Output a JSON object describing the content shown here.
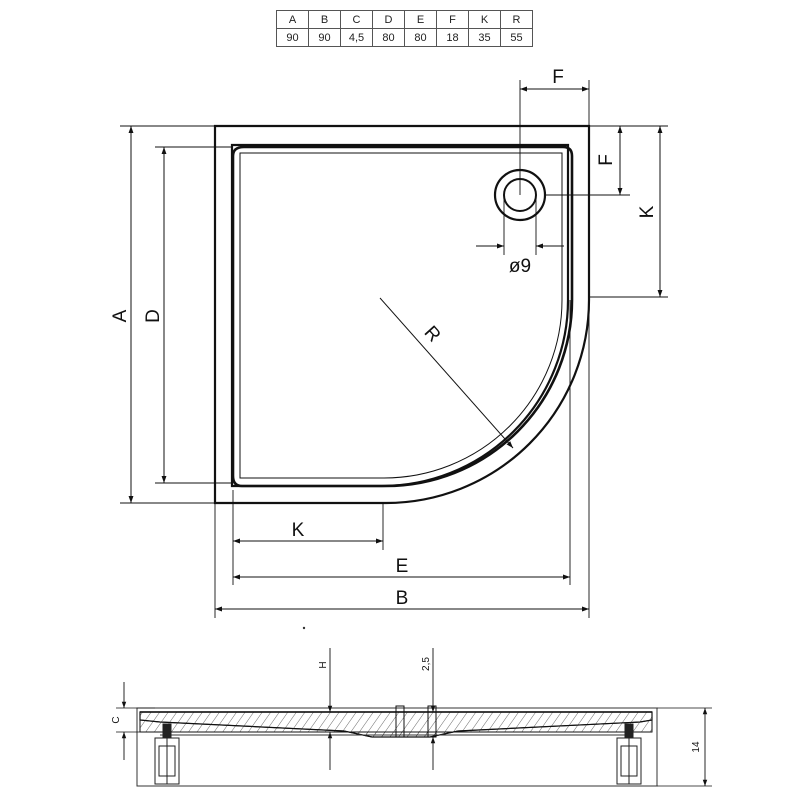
{
  "table": {
    "headers": [
      "A",
      "B",
      "C",
      "D",
      "E",
      "F",
      "K",
      "R"
    ],
    "values": [
      "90",
      "90",
      "4,5",
      "80",
      "80",
      "18",
      "35",
      "55"
    ]
  },
  "plan": {
    "label_a": "A",
    "label_d": "D",
    "label_b": "B",
    "label_e": "E",
    "label_k_bottom": "K",
    "label_k_right": "K",
    "label_f_top": "F",
    "label_f_right": "F",
    "label_r": "R",
    "label_drain": "ø9"
  },
  "section": {
    "label_h": "H",
    "label_depth": "2,5",
    "label_c": "C",
    "label_height": "14"
  }
}
